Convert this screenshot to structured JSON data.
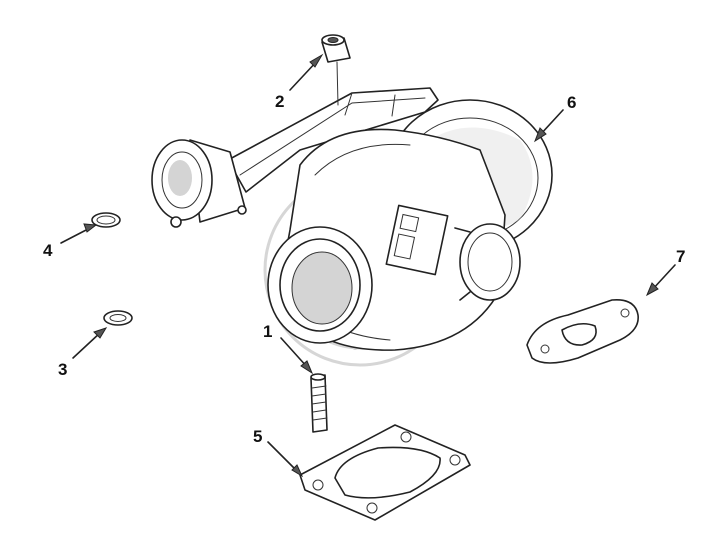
{
  "callouts": [
    {
      "id": "1",
      "label": "1"
    },
    {
      "id": "2",
      "label": "2"
    },
    {
      "id": "3",
      "label": "3"
    },
    {
      "id": "4",
      "label": "4"
    },
    {
      "id": "5",
      "label": "5"
    },
    {
      "id": "6",
      "label": "6"
    },
    {
      "id": "7",
      "label": "7"
    }
  ],
  "colors": {
    "ink": "#222222",
    "background": "#ffffff",
    "watermark": "#d6d6d6"
  }
}
